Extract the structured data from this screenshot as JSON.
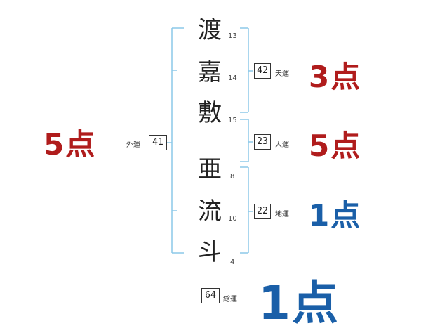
{
  "colors": {
    "bracket": "#8cc8e8",
    "red": "#b01c1c",
    "blue": "#1a5fa8"
  },
  "characters": [
    {
      "char": "渡",
      "strokes": "13"
    },
    {
      "char": "嘉",
      "strokes": "14"
    },
    {
      "char": "敷",
      "strokes": "15"
    },
    {
      "char": "亜",
      "strokes": "8"
    },
    {
      "char": "流",
      "strokes": "10"
    },
    {
      "char": "斗",
      "strokes": "4"
    }
  ],
  "fortunes": {
    "gaiun": {
      "value": "41",
      "label": "外運",
      "score": "5点"
    },
    "tenun": {
      "value": "42",
      "label": "天運",
      "score": "3点"
    },
    "jinun": {
      "value": "23",
      "label": "人運",
      "score": "5点"
    },
    "chiun": {
      "value": "22",
      "label": "地運",
      "score": "1点"
    },
    "souun": {
      "value": "64",
      "label": "総運",
      "score": "1点"
    }
  }
}
